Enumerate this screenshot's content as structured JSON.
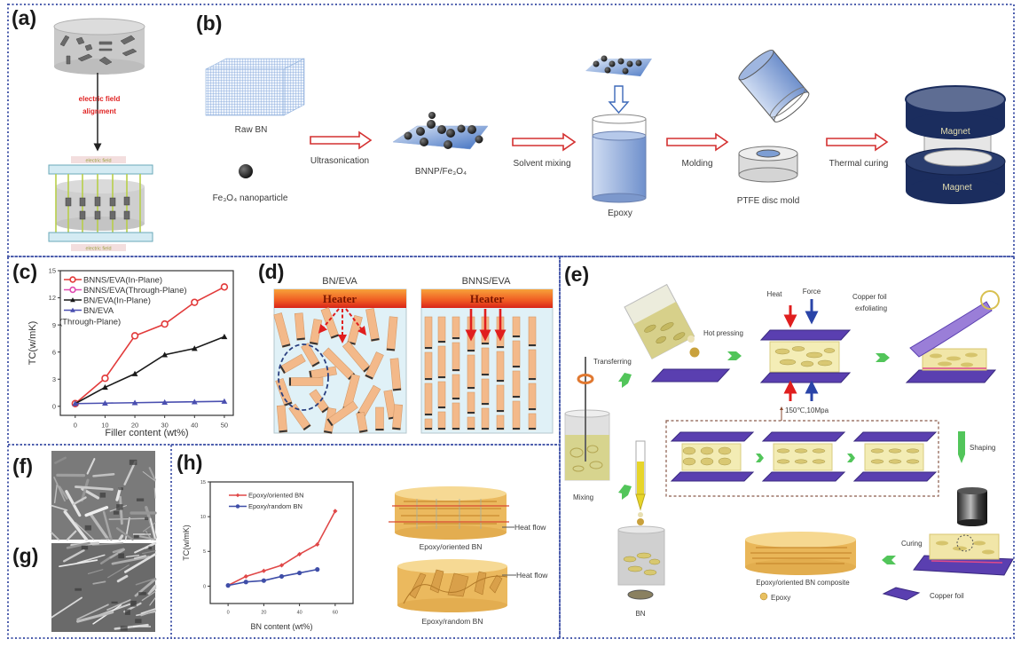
{
  "figure": {
    "a": {
      "label": "(a)",
      "arrow_text_line1": "electric field",
      "arrow_text_line2": "alignment",
      "plate_label": "electric field"
    },
    "b": {
      "label": "(b)",
      "raw_bn": "Raw BN",
      "nanoparticle": "Fe₃O₄ nanoparticle",
      "bnnp": "BNNP/Fe₃O₄",
      "epoxy": "Epoxy",
      "mold": "PTFE disc mold",
      "magnet": "Magnet",
      "steps": [
        "Ultrasonication",
        "Solvent mixing",
        "Molding",
        "Thermal curing"
      ]
    },
    "c": {
      "label": "(c)"
    },
    "d": {
      "label": "(d)",
      "left_title": "BN/EVA",
      "right_title": "BNNS/EVA",
      "heater": "Heater"
    },
    "e": {
      "label": "(e)",
      "heat": "Heat",
      "force": "Force",
      "hot_pressing": "Hot pressing",
      "transferring": "Transferring",
      "exfoliating_line1": "Copper foil",
      "exfoliating_line2": "exfoliating",
      "conditions": "150℃,10Mpa",
      "shaping": "Shaping",
      "mixing": "Mixing",
      "bn": "BN",
      "composite": "Epoxy/oriented BN composite",
      "epoxy_legend": "Epoxy",
      "curing": "Curing",
      "copper_foil_legend": "Copper foil"
    },
    "f": {
      "label": "(f)"
    },
    "g": {
      "label": "(g)"
    },
    "h": {
      "label": "(h)",
      "oriented": "Epoxy/oriented BN",
      "random": "Epoxy/random BN",
      "heat_flow": "Heat flow"
    },
    "colors": {
      "border": "#4e5fae",
      "process_arrow": "#d43030",
      "magnet": "#1b2d5e",
      "copper_foil": "#5a3fb0",
      "green_arrow": "#52c55a"
    }
  },
  "chart_data": [
    {
      "id": "c",
      "type": "line",
      "title": "",
      "xlabel": "Filler content (wt%)",
      "ylabel": "TC(w/mK)",
      "xlim": [
        -5,
        53
      ],
      "ylim": [
        -1,
        15
      ],
      "xticks": [
        0,
        10,
        20,
        30,
        40,
        50
      ],
      "yticks": [
        0,
        3,
        6,
        9,
        12,
        15
      ],
      "grid": false,
      "legend": "top-left",
      "x": [
        0,
        10,
        20,
        30,
        40,
        50
      ],
      "series": [
        {
          "name": "BNNS/EVA(In-Plane)",
          "color": "#e23a3a",
          "marker": "circle-open",
          "values": [
            0.3,
            3.1,
            7.8,
            9.1,
            11.5,
            13.2
          ]
        },
        {
          "name": "BNNS/EVA(Through-Plane)",
          "color": "#e04ab0",
          "marker": "circle-open",
          "values": []
        },
        {
          "name": "BN/EVA(In-Plane)",
          "color": "#1a1a1a",
          "marker": "triangle",
          "values": [
            0.3,
            2.1,
            3.6,
            5.7,
            6.4,
            7.7
          ]
        },
        {
          "name": "BN/EVA\n(Through-Plane)",
          "color": "#4a4fb0",
          "marker": "triangle",
          "values": [
            0.3,
            0.35,
            0.4,
            0.45,
            0.5,
            0.55
          ]
        }
      ]
    },
    {
      "id": "h",
      "type": "line",
      "title": "",
      "xlabel": "BN content (wt%)",
      "ylabel": "TC(w/mK)",
      "xlim": [
        -10,
        70
      ],
      "ylim": [
        -2.5,
        15
      ],
      "xticks": [
        0,
        20,
        40,
        60
      ],
      "yticks": [
        0,
        5,
        10,
        15
      ],
      "grid": false,
      "legend": "top-left",
      "x": [
        0,
        10,
        20,
        30,
        40,
        50,
        60
      ],
      "series": [
        {
          "name": "Epoxy/oriented BN",
          "color": "#e04848",
          "marker": "diamond",
          "values": [
            0.1,
            1.4,
            2.2,
            3.0,
            4.6,
            6.0,
            10.8
          ]
        },
        {
          "name": "Epoxy/random BN",
          "color": "#3f4ea8",
          "marker": "circle",
          "values": [
            0.1,
            0.6,
            0.8,
            1.4,
            1.9,
            2.4
          ]
        }
      ]
    }
  ]
}
